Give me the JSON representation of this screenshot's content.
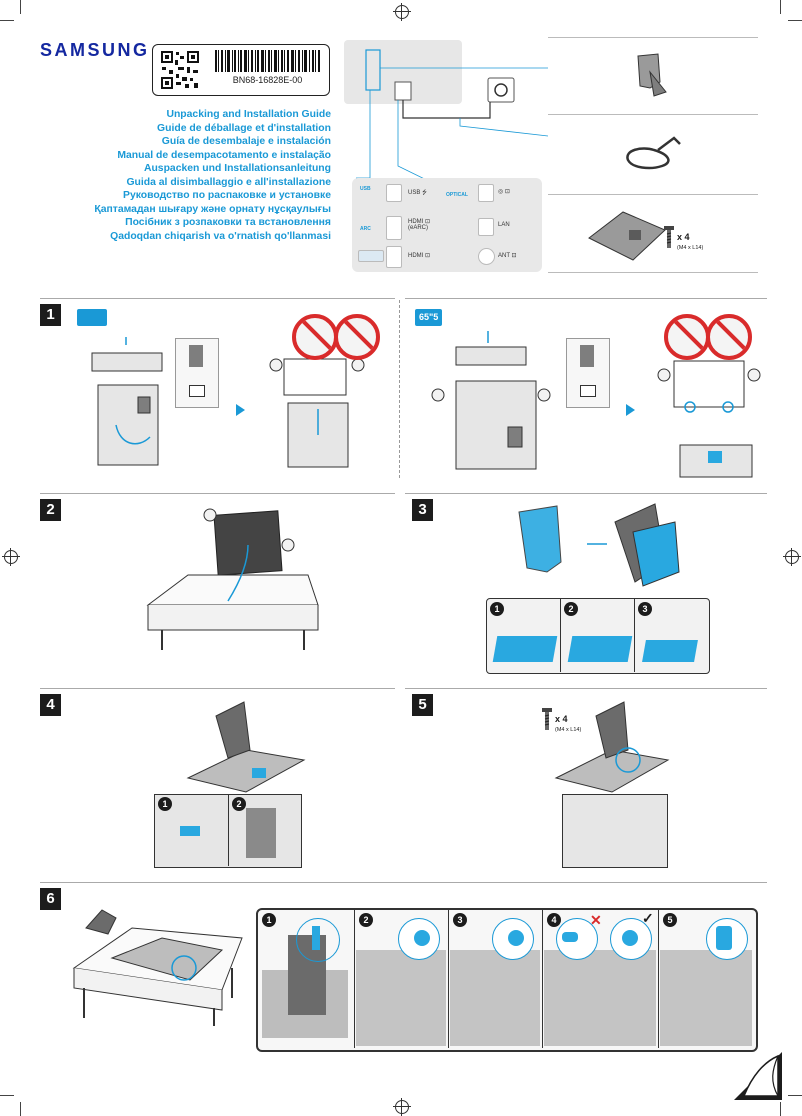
{
  "header": {
    "brand": "SAMSUNG",
    "part_number": "BN68-16828E-00"
  },
  "titles": [
    "Unpacking and Installation Guide",
    "Guide de déballage et d'installation",
    "Guía de desembalaje e instalación",
    "Manual de desempacotamento e instalação",
    "Auspacken und Installationsanleitung",
    "Guida al disimballaggio e all'installazione",
    "Руководство по распаковке и установке",
    "Қаптамадан шығару және орнату нұсқаулығы",
    "Посібник з розпаковки та встановлення",
    "Qadoqdan chiqarish va o'rnatish qo'llanmasi"
  ],
  "ports": {
    "usb_icon_label": "USB",
    "usb": "USB ⭍",
    "optical_icon_label": "OPTICAL",
    "optical": "◎ ⊡",
    "arc_icon_label": "ARC",
    "hdmi_earc": "HDMI ⊡ (eARC)",
    "lan": "LAN",
    "hdmi": "HDMI ⊡",
    "ant": "ANT ⊡"
  },
  "components": {
    "screws_qty": "x 4",
    "screws_spec": "(M4 x L14)"
  },
  "steps": [
    {
      "num": "1",
      "badge_left": "",
      "badge_right": "65\"5"
    },
    {
      "num": "2"
    },
    {
      "num": "3",
      "substeps": [
        "1",
        "2",
        "3"
      ]
    },
    {
      "num": "4",
      "substeps": [
        "1",
        "2"
      ]
    },
    {
      "num": "5",
      "screws_qty": "x 4",
      "screws_spec": "(M4 x L14)"
    },
    {
      "num": "6",
      "substeps": [
        "1",
        "2",
        "3",
        "4",
        "5"
      ]
    }
  ],
  "colors": {
    "brand_blue": "#1428a0",
    "accent_blue": "#1a99d6",
    "part_blue": "#29a8e0",
    "warning_red": "#d92b2b"
  },
  "icons": [
    "registration-mark-icon",
    "qr-code-icon",
    "barcode-icon",
    "prohibited-icon",
    "arrow-right-icon",
    "check-icon",
    "cross-icon",
    "screw-icon",
    "page-curl-icon"
  ]
}
